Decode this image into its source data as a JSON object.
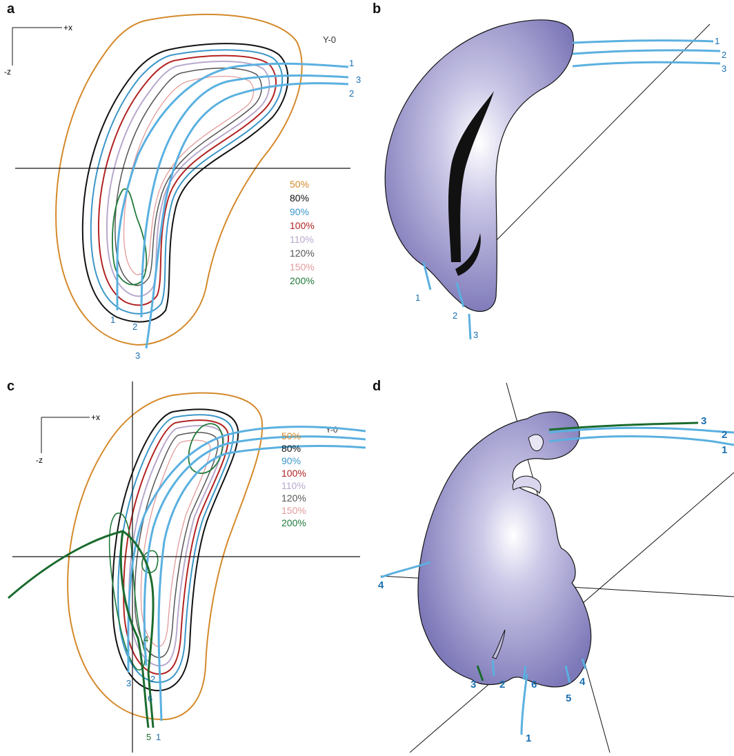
{
  "panels": {
    "a": {
      "label": "a",
      "axis_x": "+x",
      "axis_z": "-z",
      "y_tag": "Y-0",
      "legend": [
        {
          "text": "50%",
          "color": "#d4892a"
        },
        {
          "text": "80%",
          "color": "#111111"
        },
        {
          "text": "90%",
          "color": "#3a96c8"
        },
        {
          "text": "100%",
          "color": "#b22222"
        },
        {
          "text": "110%",
          "color": "#b8a8cc"
        },
        {
          "text": "120%",
          "color": "#555555"
        },
        {
          "text": "150%",
          "color": "#e39a9a"
        },
        {
          "text": "200%",
          "color": "#1f7a3a"
        }
      ],
      "needle_labels": [
        "1",
        "3",
        "2",
        "1",
        "2",
        "3"
      ]
    },
    "b": {
      "label": "b",
      "needle_labels": [
        "1",
        "2",
        "3",
        "1",
        "2",
        "3"
      ]
    },
    "c": {
      "label": "c",
      "axis_x": "+x",
      "axis_z": "-z",
      "y_tag": "Y-0",
      "legend": [
        {
          "text": "50%",
          "color": "#d4892a"
        },
        {
          "text": "80%",
          "color": "#111111"
        },
        {
          "text": "90%",
          "color": "#3a96c8"
        },
        {
          "text": "100%",
          "color": "#b22222"
        },
        {
          "text": "110%",
          "color": "#b8a8cc"
        },
        {
          "text": "120%",
          "color": "#555555"
        },
        {
          "text": "150%",
          "color": "#e39a9a"
        },
        {
          "text": "200%",
          "color": "#1f7a3a"
        }
      ],
      "needle_labels": [
        "4",
        "3",
        "2",
        "6",
        "5",
        "1"
      ]
    },
    "d": {
      "label": "d",
      "needle_labels": [
        "3",
        "2",
        "1",
        "4",
        "3",
        "2",
        "6",
        "4",
        "5",
        "1"
      ]
    }
  },
  "colors": {
    "needle": "#5ab0e0",
    "needle_dark": "#1a6fb0",
    "green_needle": "#1a6b2e",
    "organ_fill": "#8f8ac4",
    "outline": "#111111"
  }
}
